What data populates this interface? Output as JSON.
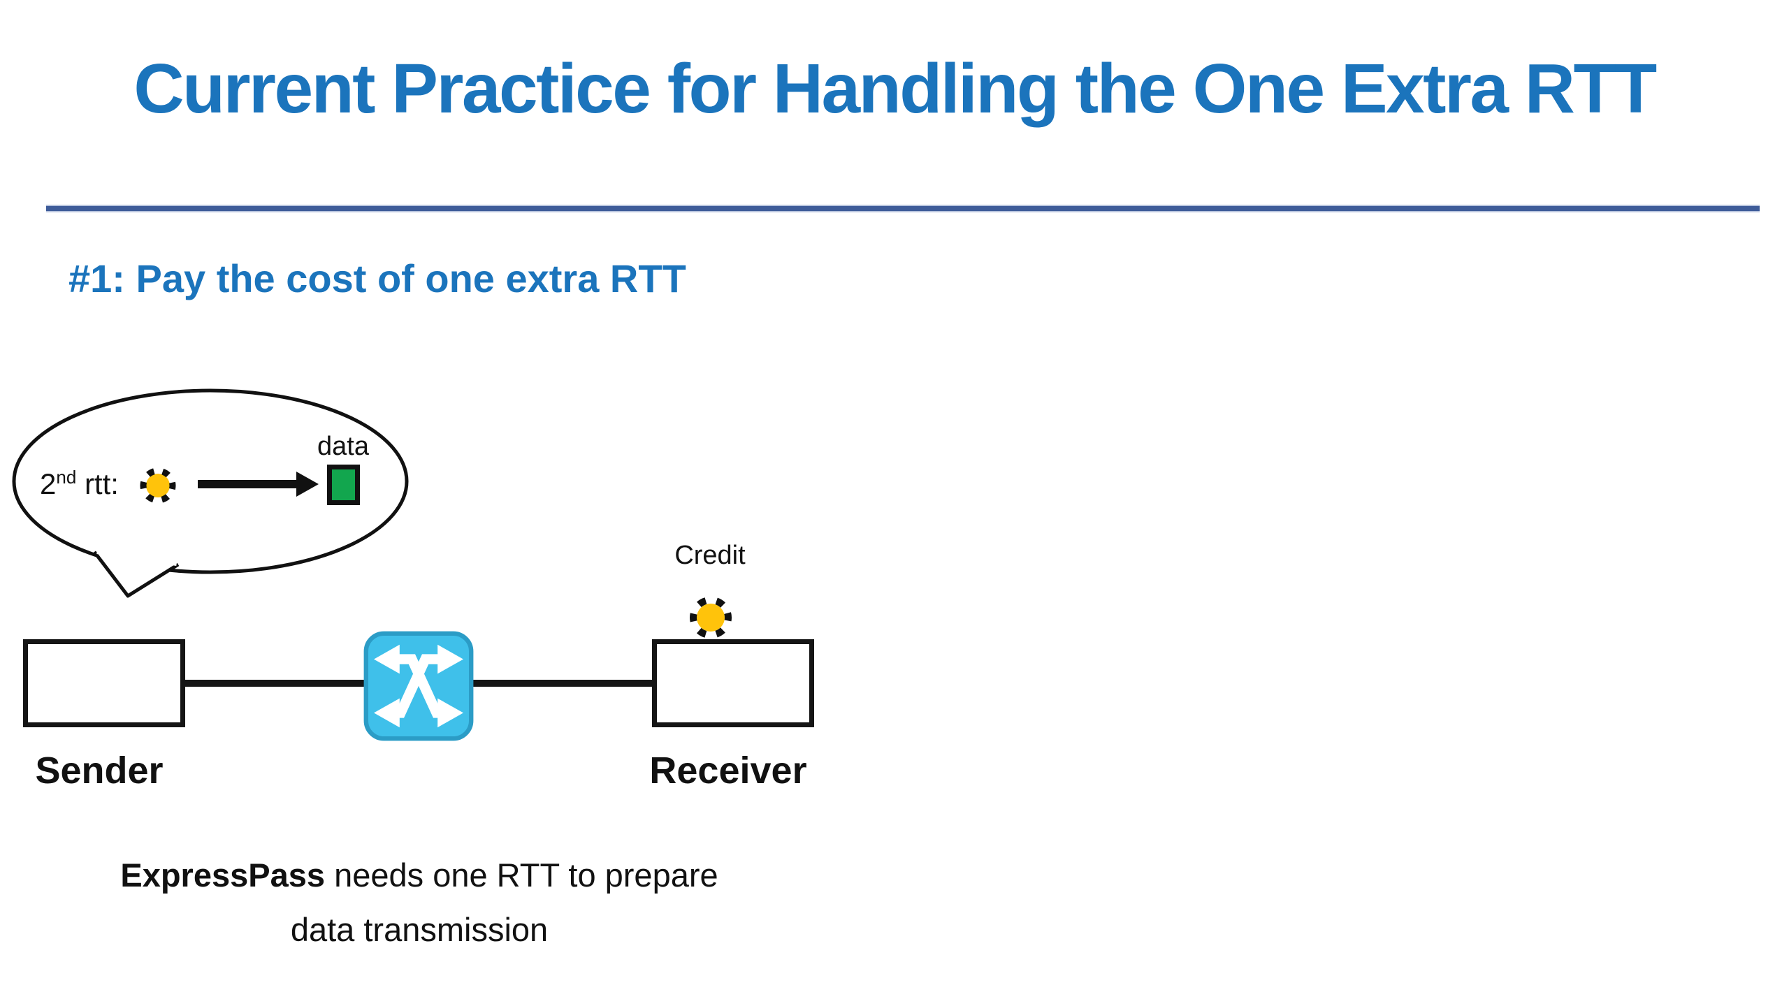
{
  "slide": {
    "title": "Current Practice for Handling the One Extra RTT",
    "subtitle": "#1: Pay the cost of one extra RTT"
  },
  "bubble": {
    "rtt_prefix": "2",
    "rtt_superscript": "nd",
    "rtt_suffix": " rtt:",
    "data_label": "data"
  },
  "network": {
    "credit_label": "Credit",
    "sender_label": "Sender",
    "receiver_label": "Receiver"
  },
  "caption": {
    "line1_bold": "ExpressPass",
    "line1_rest": " needs one RTT to prepare",
    "line2": "data transmission"
  },
  "icons": {
    "speech_bubble": "speech-bubble",
    "credit_token": "credit-token-icon",
    "right_arrow": "right-arrow-icon",
    "network_switch": "network-switch-icon",
    "data_packet": "data-packet"
  },
  "colors": {
    "title_blue": "#1B74BC",
    "rule_blue": "#3E5C99",
    "switch_cyan": "#3FC0EA",
    "switch_border": "#2B9CC6",
    "credit_yellow": "#FFC30B",
    "data_green": "#12A64E",
    "ink": "#111111"
  }
}
